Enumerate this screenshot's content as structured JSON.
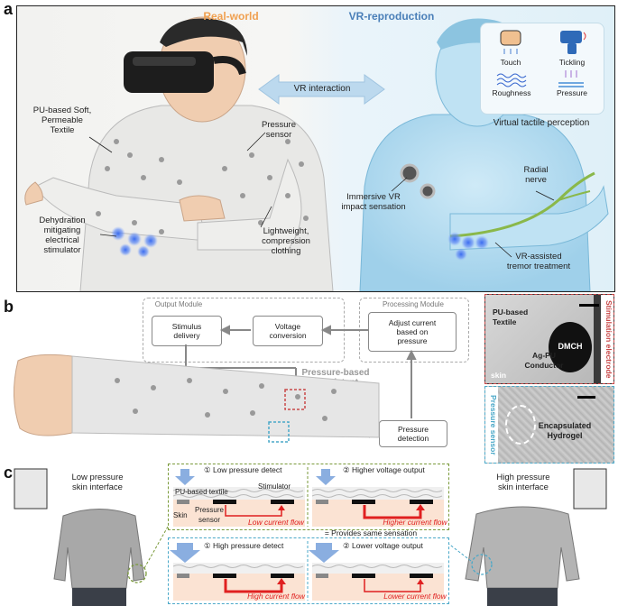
{
  "panel_a": {
    "letter": "a",
    "real_world_title": "Real-world",
    "vr_title": "VR-reproduction",
    "vr_interaction": "VR interaction",
    "labels": {
      "textile": "PU-based Soft,\nPermeable\nTextile",
      "pressure_sensor": "Pressure\nsensor",
      "stimulator": "Dehydration\nmitigating\nelectrical\nstimulator",
      "clothing": "Lightweight,\ncompression\nclothing",
      "impact": "Immersive VR\nimpact sensation",
      "radial_nerve": "Radial\nnerve",
      "tremor": "VR-assisted\ntremor treatment"
    },
    "tactile": {
      "title": "Virtual tactile perception",
      "items": [
        "Touch",
        "Tickling",
        "Roughness",
        "Pressure"
      ]
    }
  },
  "panel_b": {
    "letter": "b",
    "output_module": "Output Module",
    "processing_module": "Processing Module",
    "stimulus_delivery": "Stimulus\ndelivery",
    "voltage_conversion": "Voltage\nconversion",
    "adjust_current": "Adjust current\nbased on\npressure",
    "system_label": "Pressure-based\nconsistent\nstimulation\ncontrol system",
    "pressure_detection": "Pressure\ndetection",
    "photo_top": {
      "side_label": "Stimulation electrode",
      "pu_textile": "PU-based\nTextile",
      "dmch": "DMCH",
      "ag_pu": "Ag-PU\nConductor",
      "skin": "skin"
    },
    "photo_bottom": {
      "side_label": "Pressure sensor",
      "hydrogel": "Encapsulated\nHydrogel"
    }
  },
  "panel_c": {
    "letter": "c",
    "low_pressure": "Low pressure\nskin interface",
    "high_pressure": "High pressure\nskin interface",
    "same_sensation": "= Provides same sensation",
    "top_left": {
      "step": "① Low pressure detect",
      "pu_textile": "PU-based textile",
      "stimulator": "Stimulator",
      "skin": "Skin",
      "pressure_sensor": "Pressure\nsensor",
      "flow": "Low current flow"
    },
    "top_right": {
      "step": "② Higher voltage output",
      "flow": "Higher current flow"
    },
    "bottom_left": {
      "step": "① High pressure detect",
      "flow": "High current flow"
    },
    "bottom_right": {
      "step": "② Lower voltage output",
      "flow": "Lower current flow"
    }
  },
  "colors": {
    "real_world": "#f0a050",
    "vr": "#4a7fb8",
    "green_dash": "#7a9a3a",
    "blue_dash": "#4aa8c8",
    "red_dash": "#c84848",
    "flow_red": "#e02020"
  }
}
